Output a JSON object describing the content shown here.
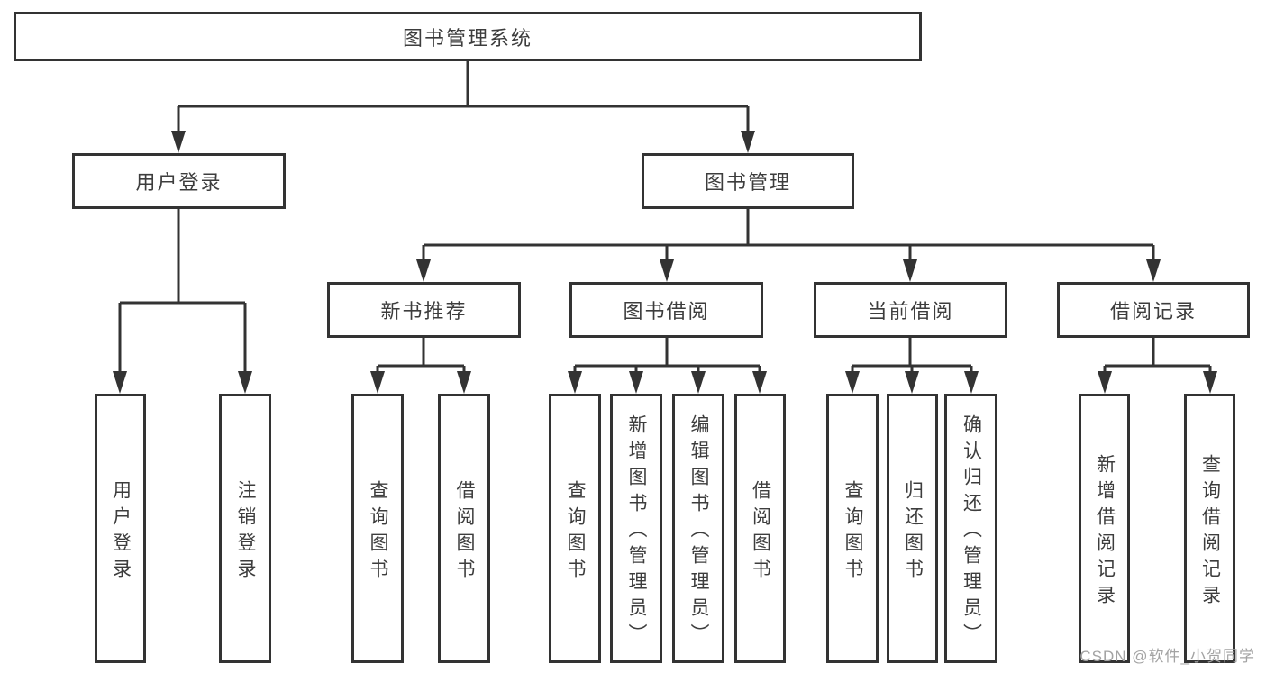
{
  "diagram": {
    "root": {
      "label": "图书管理系统"
    },
    "level2": {
      "user_login": {
        "label": "用户登录"
      },
      "book_mgmt": {
        "label": "图书管理"
      }
    },
    "level3": {
      "new_book_recommend": {
        "label": "新书推荐"
      },
      "book_borrow": {
        "label": "图书借阅"
      },
      "current_borrow": {
        "label": "当前借阅"
      },
      "borrow_records": {
        "label": "借阅记录"
      }
    },
    "leaves": {
      "user_login": [
        "用户登录",
        "注销登录"
      ],
      "new_book_recommend": [
        "查询图书",
        "借阅图书"
      ],
      "book_borrow": [
        "查询图书",
        "新增图书（管理员）",
        "编辑图书（管理员）",
        "借阅图书"
      ],
      "current_borrow": [
        "查询图书",
        "归还图书",
        "确认归还（管理员）"
      ],
      "borrow_records": [
        "新增借阅记录",
        "查询借阅记录"
      ]
    }
  },
  "watermark": {
    "text": "CSDN @软件_小贺同学"
  },
  "colors": {
    "line": "#333333",
    "text": "#3d3d3d",
    "background": "#ffffff",
    "watermark": "#a3a3a3"
  }
}
